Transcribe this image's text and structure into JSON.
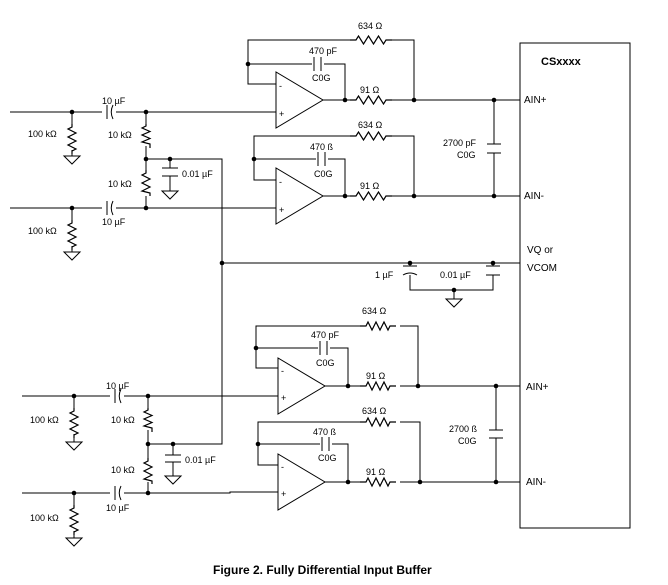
{
  "chip": {
    "name": "CSxxxx",
    "pins": [
      "AIN+",
      "AIN-",
      "VQ or",
      "VCOM",
      "AIN+",
      "AIN-"
    ]
  },
  "components": {
    "r_fb": "634 Ω",
    "c_fb": "470 pF",
    "c_fb_alt": "470 ß",
    "c0g": "C0G",
    "r_out": "91 Ω",
    "c_in": "10 µF",
    "r_bias": "100 kΩ",
    "r_div": "10 kΩ",
    "c_byp": "0.01 µF",
    "c_diff": "2700 pF",
    "c_diff_alt": "2700 ß",
    "c_vcom1": "1 µF",
    "c_vcom2": "0.01 µF"
  },
  "opamp_signs": {
    "minus": "-",
    "plus": "+"
  },
  "caption": "Figure 2.  Fully Differential Input Buffer"
}
